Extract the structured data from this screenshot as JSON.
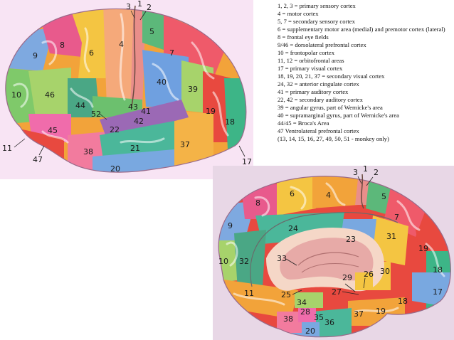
{
  "legend": [
    "1, 2, 3 = primary sensory cortex",
    "4 = motor cortex",
    "5, 7 = secondary sensory cortex",
    "6 = supplementary motor area (medial) and premotor cortex (lateral)",
    "8 = frontal eye fields",
    "9/46 = dorsolateral prefrontal cortex",
    "10 = frontopolar cortex",
    "11, 12 = orbitofrontal areas",
    "17 = primary visual cortex",
    "18, 19, 20, 21, 37 = secondary visual cortex",
    "24, 32 = anterior cingulate cortex",
    "41 = primary auditory cortex",
    "22, 42 = secondary auditory cortex",
    "39 = angular gyrus, part of Wernicke's area",
    "40 = supramarginal gyrus, part of Wernicke's area",
    "44/45 = Broca's Area",
    "47 Ventrolateral prefrontal cortex",
    "(13, 14, 15, 16, 27, 49, 50, 51 - monkey only)"
  ],
  "lateral_labels": {
    "a1": "1",
    "a2": "2",
    "a3": "3",
    "a4": "4",
    "a5": "5",
    "a6": "6",
    "a7": "7",
    "a8": "8",
    "a9": "9",
    "a10": "10",
    "a11": "11",
    "a17": "17",
    "a18": "18",
    "a19": "19",
    "a20": "20",
    "a21": "21",
    "a22": "22",
    "a37": "37",
    "a38": "38",
    "a39": "39",
    "a40": "40",
    "a41": "41",
    "a42": "42",
    "a43": "43",
    "a44": "44",
    "a45": "45",
    "a46": "46",
    "a47": "47",
    "a52": "52"
  },
  "medial_labels": {
    "m1": "1",
    "m2": "2",
    "m3": "3",
    "m4": "4",
    "m5": "5",
    "m6": "6",
    "m7": "7",
    "m8": "8",
    "m9": "9",
    "m10": "10",
    "m11": "11",
    "m17": "17",
    "m18": "18",
    "m18b": "18",
    "m19": "19",
    "m19b": "19",
    "m20": "20",
    "m23": "23",
    "m24": "24",
    "m25": "25",
    "m26": "26",
    "m27": "27",
    "m28": "28",
    "m29": "29",
    "m30": "30",
    "m31": "31",
    "m32": "32",
    "m33": "33",
    "m34": "34",
    "m35": "35",
    "m36": "36",
    "m37": "37",
    "m38": "38"
  }
}
